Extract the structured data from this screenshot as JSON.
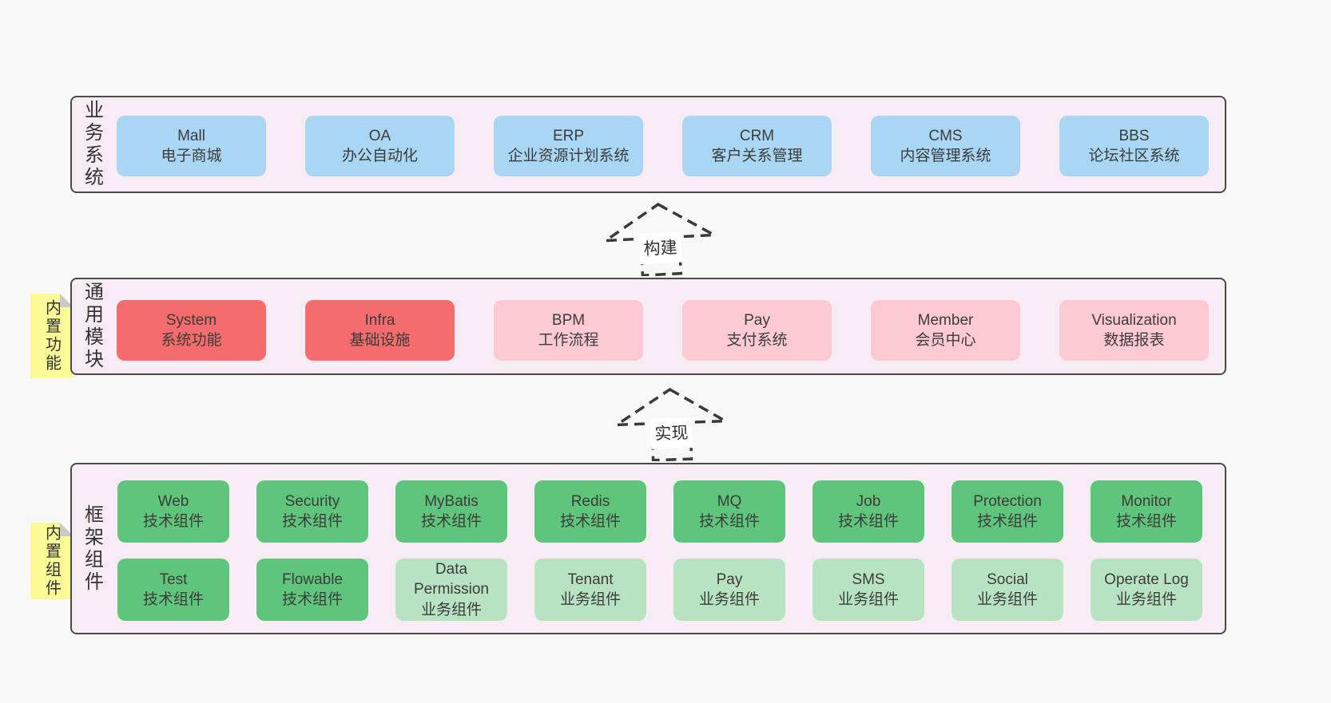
{
  "diagram": {
    "arrows": [
      {
        "label": "构建"
      },
      {
        "label": "实现"
      }
    ],
    "panels": {
      "business": {
        "label": "业务系统",
        "boxes": [
          {
            "name": "Mall",
            "desc": "电子商城",
            "color": "blue"
          },
          {
            "name": "OA",
            "desc": "办公自动化",
            "color": "blue"
          },
          {
            "name": "ERP",
            "desc": "企业资源计划系统",
            "color": "blue"
          },
          {
            "name": "CRM",
            "desc": "客户关系管理",
            "color": "blue"
          },
          {
            "name": "CMS",
            "desc": "内容管理系统",
            "color": "blue"
          },
          {
            "name": "BBS",
            "desc": "论坛社区系统",
            "color": "blue"
          }
        ]
      },
      "modules": {
        "label": "通用模块",
        "note": "内置功能",
        "boxes": [
          {
            "name": "System",
            "desc": "系统功能",
            "color": "red"
          },
          {
            "name": "Infra",
            "desc": "基础设施",
            "color": "red"
          },
          {
            "name": "BPM",
            "desc": "工作流程",
            "color": "pink"
          },
          {
            "name": "Pay",
            "desc": "支付系统",
            "color": "pink"
          },
          {
            "name": "Member",
            "desc": "会员中心",
            "color": "pink"
          },
          {
            "name": "Visualization",
            "desc": "数据报表",
            "color": "pink"
          }
        ]
      },
      "components": {
        "label": "框架组件",
        "note": "内置组件",
        "rows": [
          [
            {
              "name": "Web",
              "desc": "技术组件",
              "color": "green"
            },
            {
              "name": "Security",
              "desc": "技术组件",
              "color": "green"
            },
            {
              "name": "MyBatis",
              "desc": "技术组件",
              "color": "green"
            },
            {
              "name": "Redis",
              "desc": "技术组件",
              "color": "green"
            },
            {
              "name": "MQ",
              "desc": "技术组件",
              "color": "green"
            },
            {
              "name": "Job",
              "desc": "技术组件",
              "color": "green"
            },
            {
              "name": "Protection",
              "desc": "技术组件",
              "color": "green"
            },
            {
              "name": "Monitor",
              "desc": "技术组件",
              "color": "green"
            }
          ],
          [
            {
              "name": "Test",
              "desc": "技术组件",
              "color": "green"
            },
            {
              "name": "Flowable",
              "desc": "技术组件",
              "color": "green"
            },
            {
              "name": "Data Permission",
              "desc": "业务组件",
              "color": "green_light"
            },
            {
              "name": "Tenant",
              "desc": "业务组件",
              "color": "green_light"
            },
            {
              "name": "Pay",
              "desc": "业务组件",
              "color": "green_light"
            },
            {
              "name": "SMS",
              "desc": "业务组件",
              "color": "green_light"
            },
            {
              "name": "Social",
              "desc": "业务组件",
              "color": "green_light"
            },
            {
              "name": "Operate Log",
              "desc": "业务组件",
              "color": "green_light"
            }
          ]
        ]
      }
    },
    "colors": {
      "blue": "#a9d7f3",
      "red": "#f56c6c",
      "pink": "#fdc9d2",
      "green": "#60c57c",
      "green_light": "#b8e3c2",
      "panel_bg": "#f8ecf4",
      "panel_border": "#4a4a4a",
      "note_bg": "#fafa96",
      "note_fold": "#c9c9c9",
      "page_bg": "#f8f8f8"
    }
  }
}
